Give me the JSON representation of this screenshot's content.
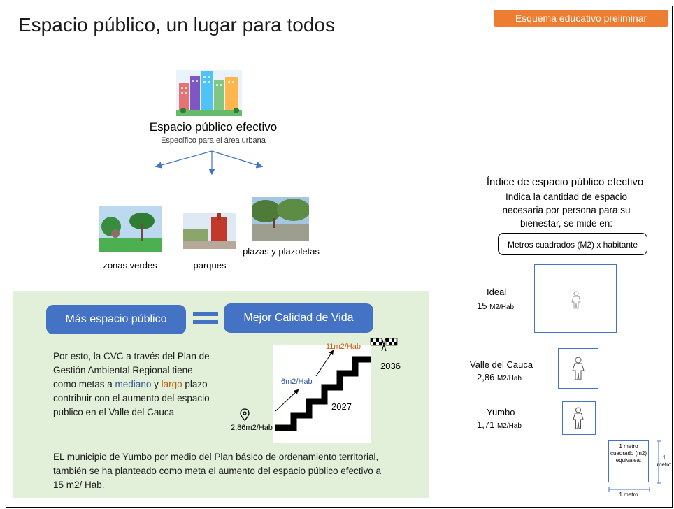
{
  "title": "Espacio público, un lugar para todos",
  "badge": "Esquema educativo preliminar",
  "espacio": {
    "heading": "Espacio público efectivo",
    "subheading": "Específico para el área urbana",
    "items": [
      "zonas verdes",
      "parques",
      "plazas y plazoletas"
    ]
  },
  "green": {
    "left_pill": "Más espacio público",
    "right_pill": "Mejor Calidad de Vida",
    "para1": {
      "text_a": "Por esto,  la CVC a través del Plan de Gestión Ambiental Regional tiene como metas a ",
      "mediano": "mediano",
      "text_b": " y ",
      "largo": "largo",
      "text_c": " plazo contribuir con el aumento del espacio publico en el Valle del Cauca"
    },
    "para2": "EL municipio de Yumbo  por medio del Plan básico de ordenamiento territorial, también se ha planteado como meta el aumento del espacio público efectivo a 15 m2/ Hab."
  },
  "stairs": {
    "start": "2,86m2/Hab",
    "mid": "6m2/Hab",
    "top": "11m2/Hab",
    "year_mid": "2027",
    "year_end": "2036"
  },
  "indice": {
    "heading": "Índice de espacio público efectivo",
    "desc": "Indica la cantidad  de espacio necesaria  por persona para su bienestar, se mide en:",
    "unit_box": "Metros cuadrados (M2)  x habitante",
    "rows": [
      {
        "label": "Ideal",
        "value": "15",
        "unit": "M2/Hab"
      },
      {
        "label": "Valle del Cauca",
        "value": "2,86",
        "unit": "M2/Hab"
      },
      {
        "label": "Yumbo",
        "value": "1,71",
        "unit": "M2/Hab"
      }
    ],
    "legend": {
      "box_text": "1 metro cuadrado (m2) equivalea:",
      "side": "1 metro",
      "bottom": "1 metro"
    }
  },
  "colors": {
    "accent": "#4472c4",
    "orange": "#ed7d31",
    "green_bg": "#e2efd9"
  }
}
